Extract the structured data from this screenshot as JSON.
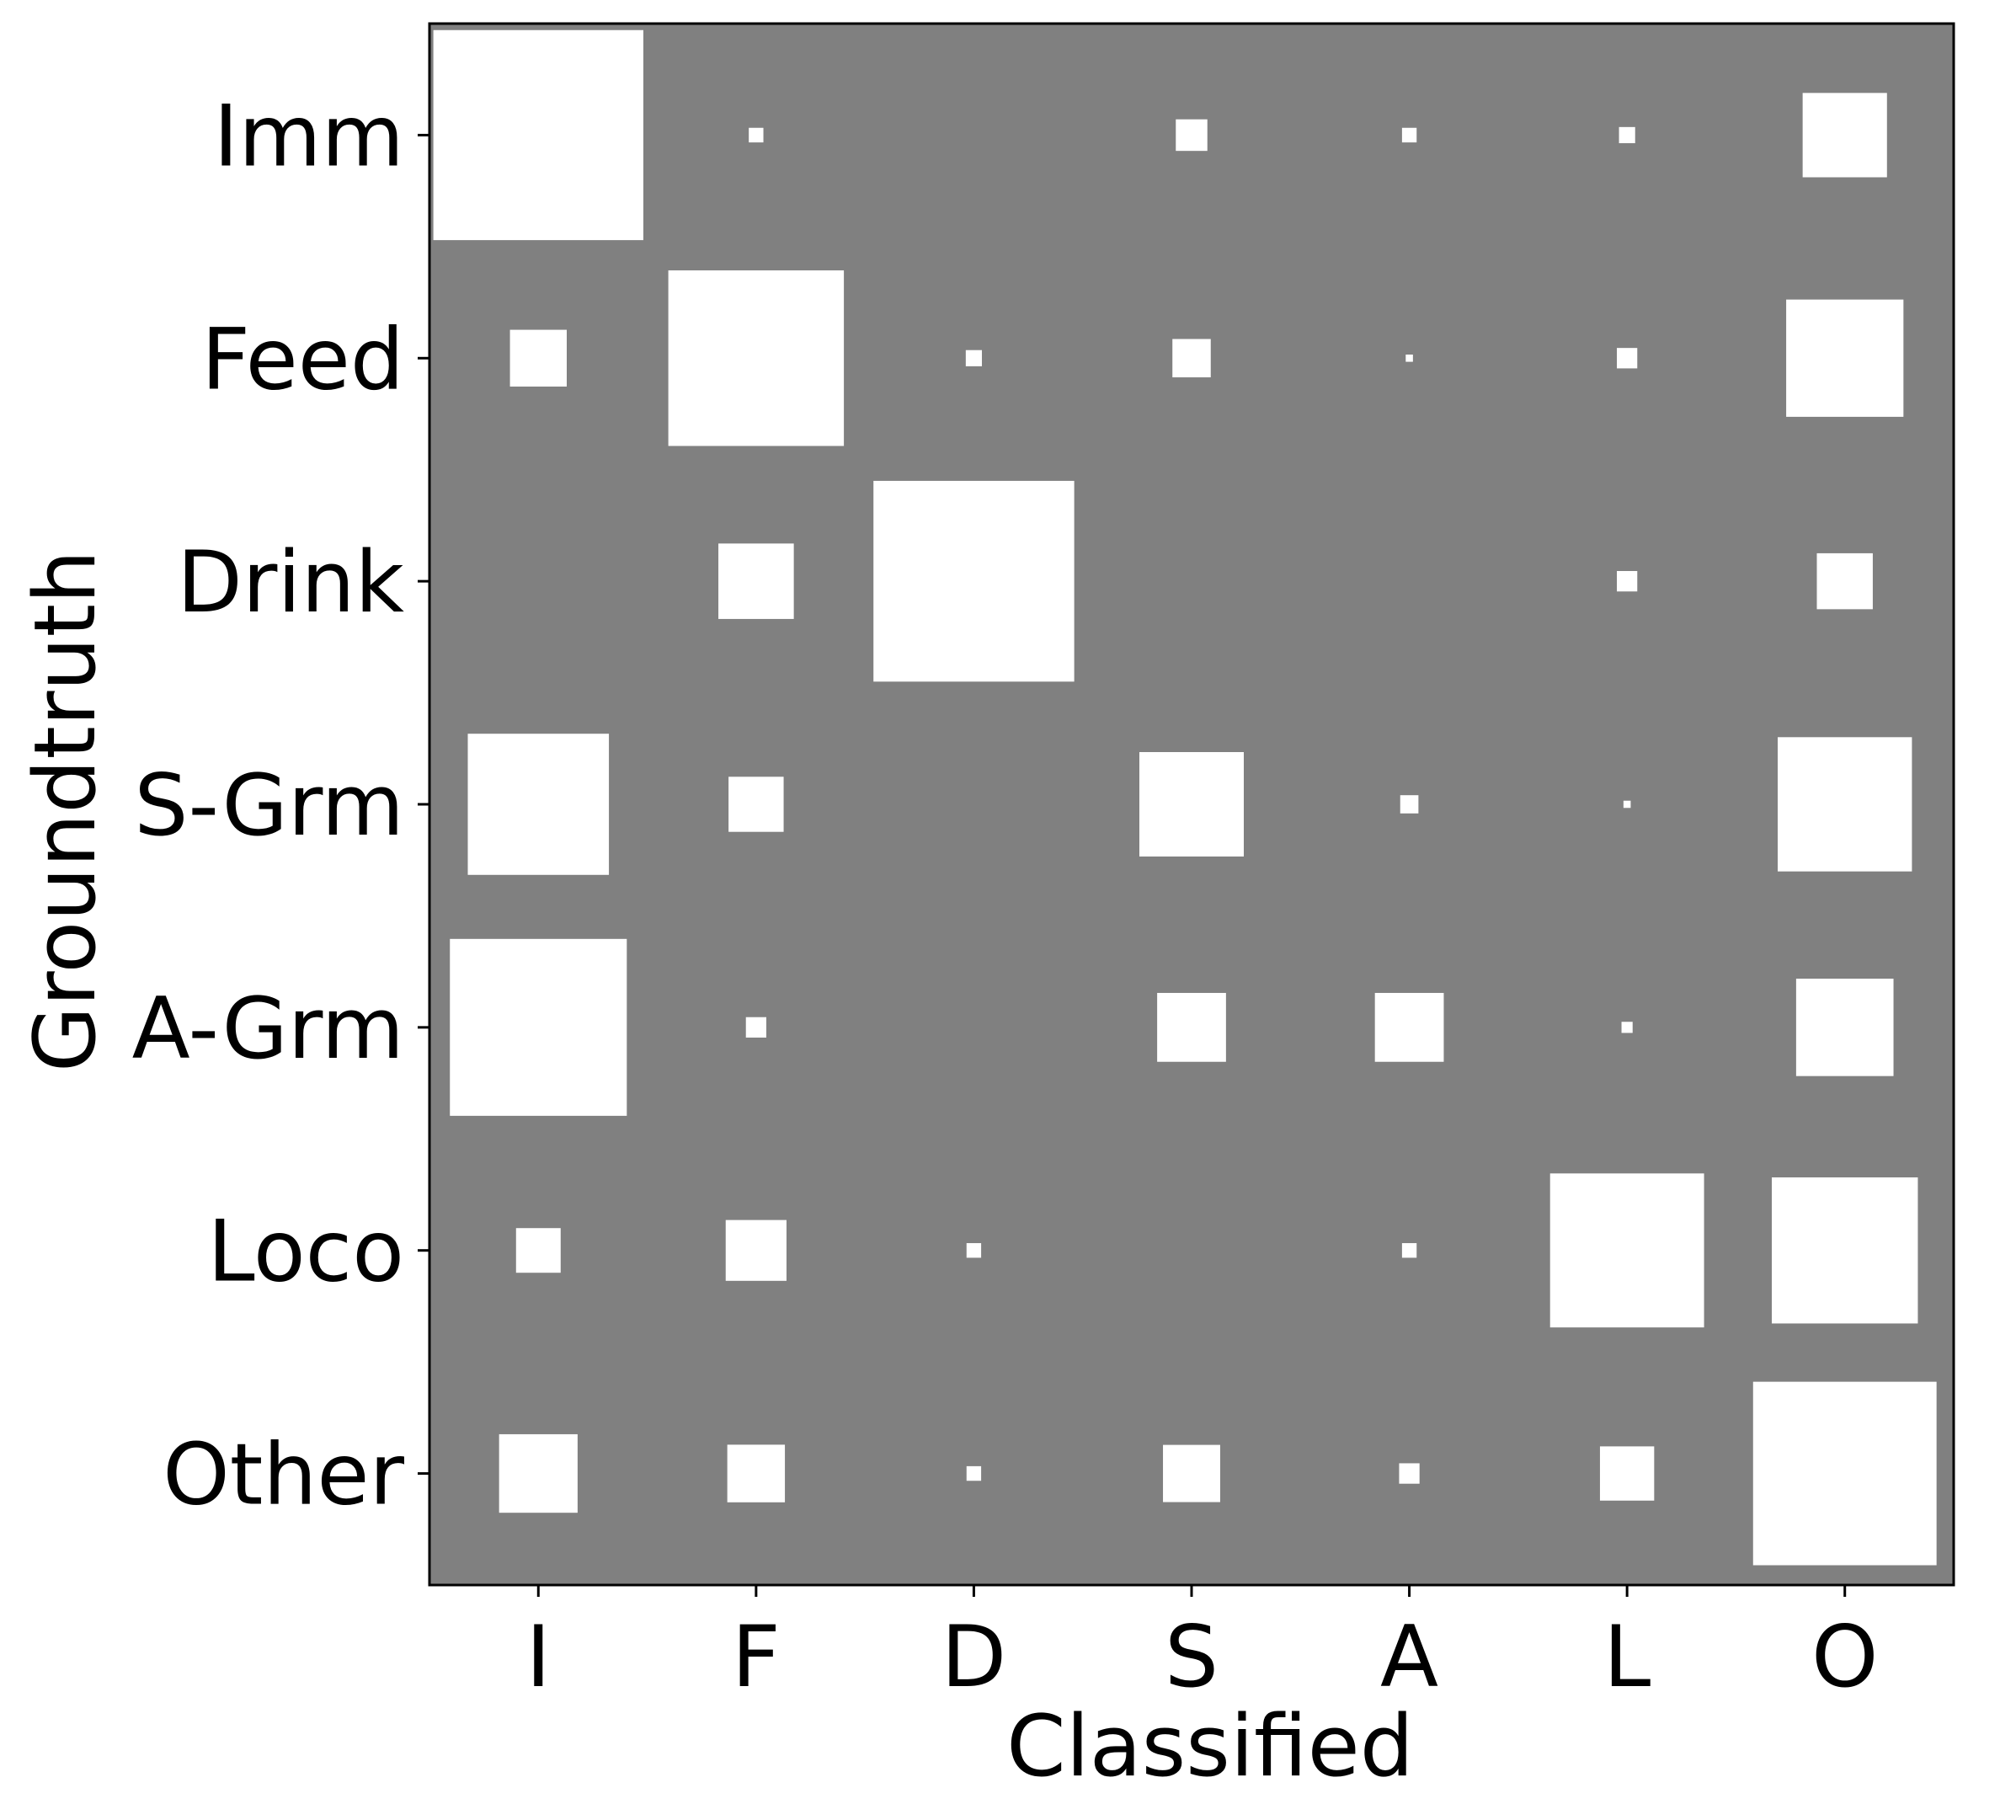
{
  "chart_data": {
    "type": "heatmap",
    "style": "hinton",
    "xlabel": "Classified",
    "ylabel": "Groundtruth",
    "x_tick_labels": [
      "I",
      "F",
      "D",
      "S",
      "A",
      "L",
      "O"
    ],
    "y_tick_labels": [
      "Imm",
      "Feed",
      "Drink",
      "S-Grm",
      "A-Grm",
      "Loco",
      "Other"
    ],
    "values": [
      [
        0.93,
        0.0045,
        0,
        0.021,
        0.0045,
        0.0055,
        0.15
      ],
      [
        0.068,
        0.65,
        0.0055,
        0.031,
        0.0011,
        0.0088,
        0.29
      ],
      [
        0,
        0.12,
        0.85,
        0,
        0,
        0.0088,
        0.066
      ],
      [
        0.42,
        0.064,
        0,
        0.23,
        0.007,
        0.0011,
        0.38
      ],
      [
        0.66,
        0.0088,
        0,
        0.1,
        0.1,
        0.0026,
        0.2
      ],
      [
        0.042,
        0.078,
        0.0045,
        0,
        0.0045,
        0.5,
        0.45
      ],
      [
        0.13,
        0.07,
        0.0045,
        0.069,
        0.0088,
        0.062,
        0.71
      ]
    ],
    "max_value": 1.0,
    "colors": {
      "background": "#808080",
      "box": "#ffffff",
      "frame": "#000000",
      "text": "#000000"
    },
    "grid": false
  }
}
